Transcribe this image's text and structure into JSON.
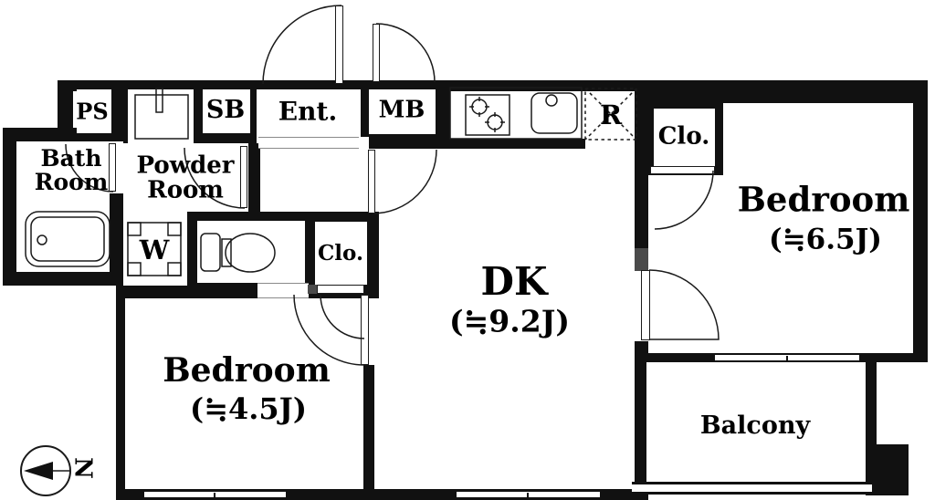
{
  "plan": {
    "title": "apartment-floor-plan",
    "colors": {
      "wall": "#111111",
      "floor": "#ffffff",
      "jamb_gray": "#4a4a4a"
    },
    "labels": {
      "ps": "PS",
      "sb": "SB",
      "ent": "Ent.",
      "mb": "MB",
      "fridge": "R",
      "bath_line1": "Bath",
      "bath_line2": "Room",
      "powder_line1": "Powder",
      "powder_line2": "Room",
      "washer": "W",
      "closet1": "Clo.",
      "closet2": "Clo.",
      "dk": "DK",
      "dk_size": "(≒9.2J)",
      "bedroom1": "Bedroom",
      "bedroom1_size": "(≒4.5J)",
      "bedroom2": "Bedroom",
      "bedroom2_size": "(≒6.5J)",
      "balcony": "Balcony",
      "north": "N"
    }
  }
}
